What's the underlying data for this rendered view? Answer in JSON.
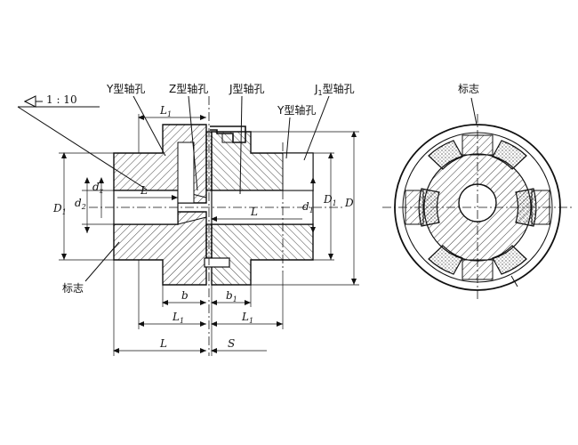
{
  "labels": {
    "taper": "1 : 10",
    "y_hole": "Y型轴孔",
    "z_hole": "Z型轴孔",
    "j_hole": "J型轴孔",
    "j1_hole_main": "J",
    "j1_hole_sub": "1",
    "j1_hole_rest": "型轴孔",
    "y_hole_right": "Y型轴孔",
    "mark_left": "标志",
    "mark_right": "标志"
  },
  "dims": {
    "L1_top": "L",
    "L1_top_sub": "1",
    "L_inner_left": "L",
    "L_inner_right": "L",
    "D1_left": "D",
    "D1_left_sub": "1",
    "d2": "d",
    "d2_sub": "2",
    "dz": "d",
    "dz_sub": "z",
    "d1_right": "d",
    "d1_right_sub": "1",
    "D1_right": "D",
    "D1_right_sub": "1",
    "D": "D",
    "b": "b",
    "b1": "b",
    "b1_sub": "1",
    "L1_bot_left": "L",
    "L1_bot_left_sub": "1",
    "L1_bot_right": "L",
    "L1_bot_right_sub": "1",
    "L_bot": "L",
    "S": "S"
  }
}
